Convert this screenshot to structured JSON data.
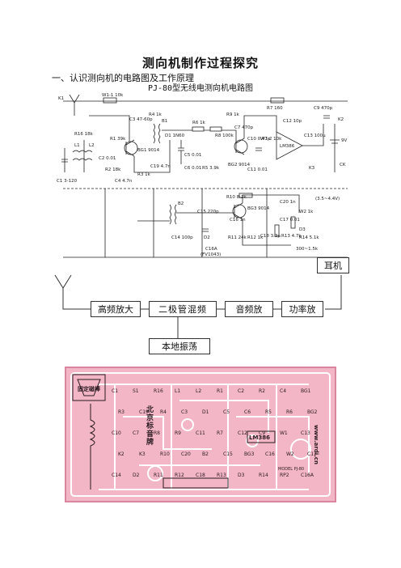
{
  "doc": {
    "title": "测向机制作过程探究",
    "section": "一、认识测向机的电路图及工作原理",
    "caption": "PJ-80型无线电测向机电路图"
  },
  "schematic": {
    "labels": {
      "k1": "K1",
      "w1": "W1-1 10k",
      "r16": "R16 18k",
      "c1": "C1 3-120",
      "l1": "L1",
      "l2": "L2",
      "r1": "R1 39k",
      "c2": "C2 0.01",
      "c3": "C3 47-60p",
      "r2": "R2 18k",
      "c4": "C4 4.7n",
      "bg1": "BG1 9014",
      "r3": "R3 1k",
      "c19": "C19 4.7n",
      "r4": "R4 1k",
      "b1": "B1",
      "d1": "D1 1N60",
      "c5": "C5 0.01",
      "r6": "R6 1k",
      "c6": "C6 0.01",
      "r5": "R5 3.9k",
      "r8": "R8 100k",
      "r9": "R9 1k",
      "c7": "C7 470p",
      "bg2": "BG2 9014",
      "c10": "C10 0.47p",
      "c11": "C11 0.01",
      "r7": "R7 160",
      "c12": "C12 10p",
      "c9": "C9 470p",
      "w12": "W1-2 10k",
      "lm386": "LM386",
      "c13": "C13 100μ",
      "k2": "K2",
      "k3": "K3",
      "ck": "CK",
      "v9": "9V",
      "r10": "R10 8.2k",
      "c20": "C20 1n",
      "volt": "(3.5~4.4V)",
      "b2": "B2",
      "c15": "C15 220p",
      "bg3": "BG3 9014",
      "c16": "C16 1n",
      "w2": "W2 1k",
      "c17": "C17 0.01",
      "c14": "C14 100p",
      "d2": "D2",
      "r11": "R11 24k",
      "r12": "R12 1k",
      "c18": "C18 3.3μ",
      "r13": "R13 4.7k",
      "d3": "D3",
      "r14": "R14 5.1k",
      "freq": "300~1.5k",
      "c16a": "C16A",
      "fv": "(FV1043)"
    }
  },
  "flow": {
    "earphone": "耳机",
    "rf_amp": "高频放大",
    "mixer": "二极管混频",
    "audio_amp": "音频放",
    "power_amp": "功率放",
    "local_osc": "本地振荡"
  },
  "pcb": {
    "side_label": "固定磁棒",
    "maker": "北京标音牌",
    "website": "www.ardi.cn",
    "chip": "LM386",
    "code": "MODEL PJ-80",
    "labels": [
      "C1",
      "S1",
      "R16",
      "L1",
      "L2",
      "R1",
      "C2",
      "R2",
      "C4",
      "BG1",
      "R3",
      "C19",
      "R4",
      "C3",
      "D1",
      "C5",
      "C6",
      "R5",
      "R6",
      "BG2",
      "C10",
      "C7",
      "R8",
      "R9",
      "C11",
      "R7",
      "C12",
      "C9",
      "W1",
      "C13",
      "K2",
      "K3",
      "R10",
      "C20",
      "B2",
      "C15",
      "BG3",
      "C16",
      "W2",
      "C17",
      "C14",
      "D2",
      "R11",
      "R12",
      "C18",
      "R13",
      "D3",
      "R14",
      "RP2",
      "C16A"
    ]
  },
  "colors": {
    "pcb_bg": "#f3b6c6",
    "pcb_trace": "#ffffff",
    "ink": "#111111"
  }
}
